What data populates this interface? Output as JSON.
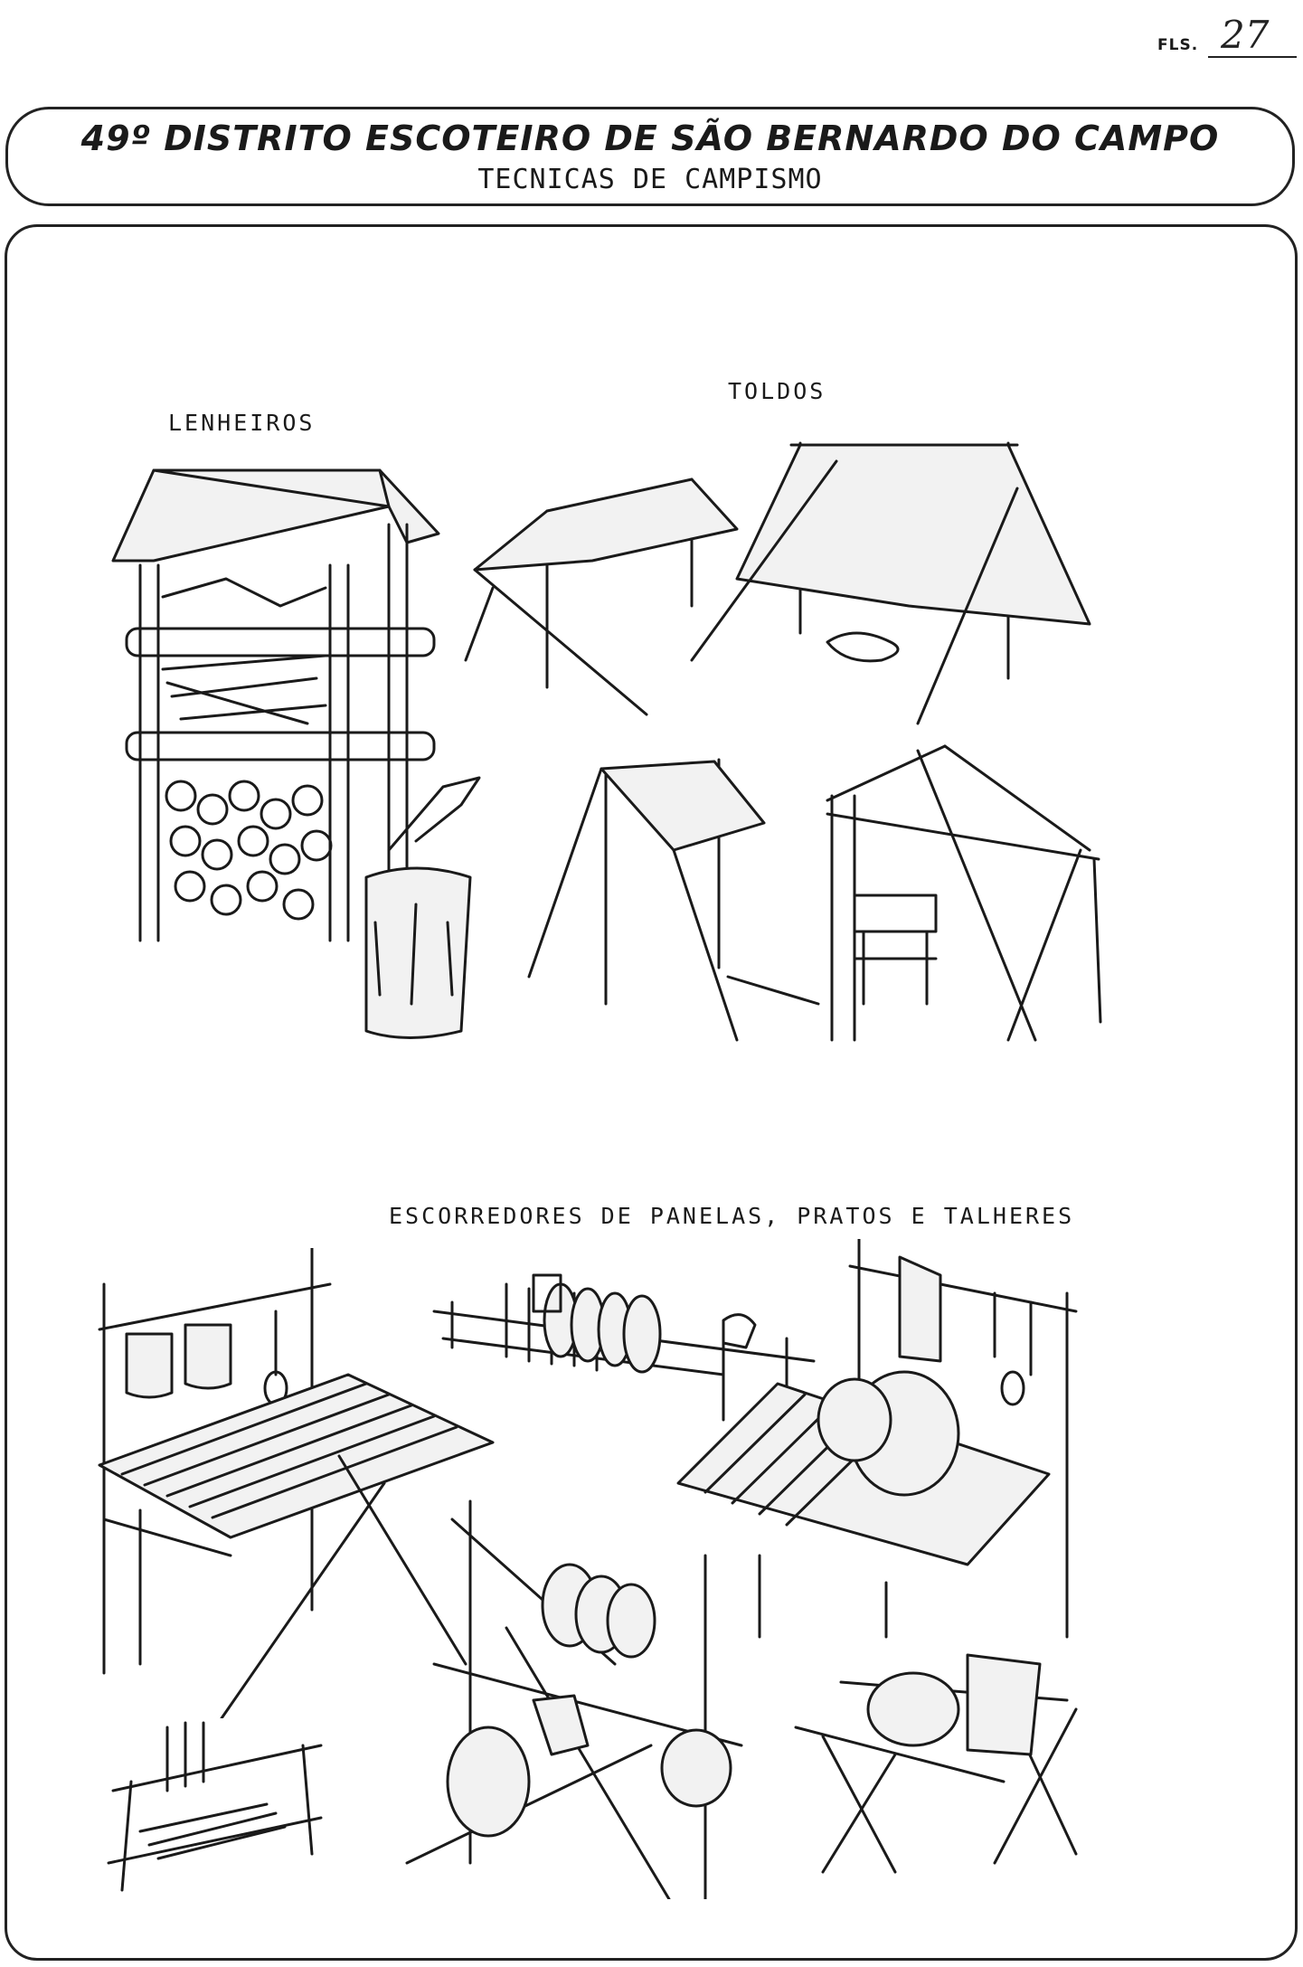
{
  "page_number": {
    "prefix": "FLS.",
    "value": "27"
  },
  "header": {
    "title": "49º DISTRITO ESCOTEIRO DE SÃO BERNARDO DO CAMPO",
    "subtitle": "TECNICAS DE CAMPISMO"
  },
  "sections": {
    "lenheiros": {
      "label": "LENHEIROS"
    },
    "toldos": {
      "label": "TOLDOS"
    },
    "escorredores": {
      "label": "ESCORREDORES DE PANELAS, PRATOS E TALHERES"
    }
  }
}
